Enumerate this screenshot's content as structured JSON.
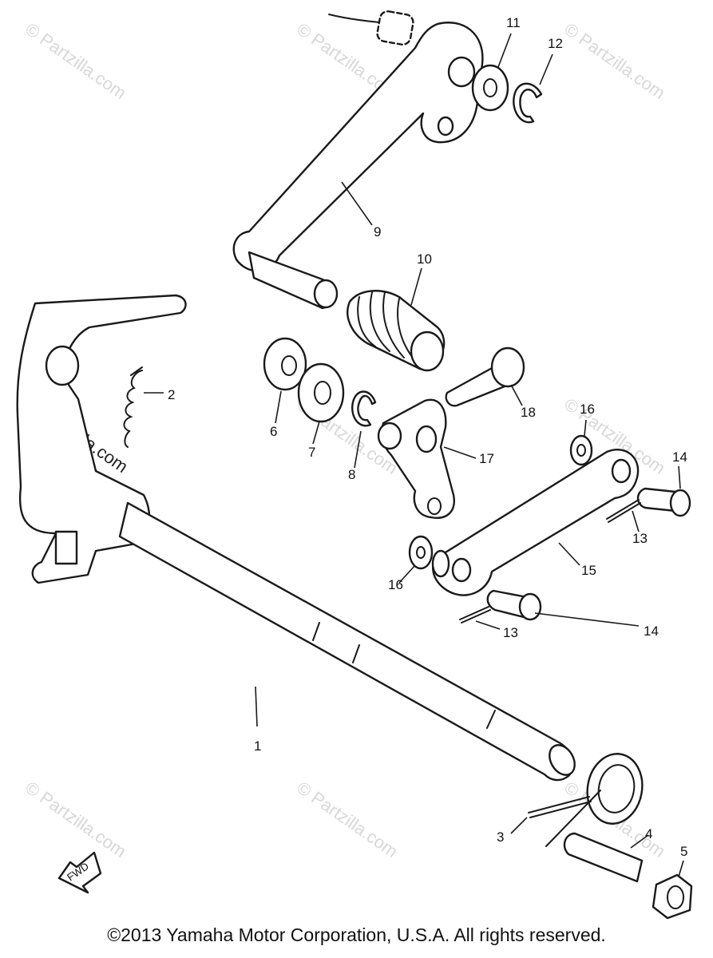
{
  "watermark": "© Partzilla.com",
  "fwd_label": "FWD",
  "copyright": "©2013  Yamaha Motor Corporation, U.S.A. All rights reserved.",
  "callouts": [
    "1",
    "2",
    "3",
    "4",
    "5",
    "6",
    "7",
    "8",
    "9",
    "10",
    "11",
    "12",
    "13",
    "13",
    "14",
    "14",
    "15",
    "16",
    "16",
    "17",
    "18"
  ]
}
